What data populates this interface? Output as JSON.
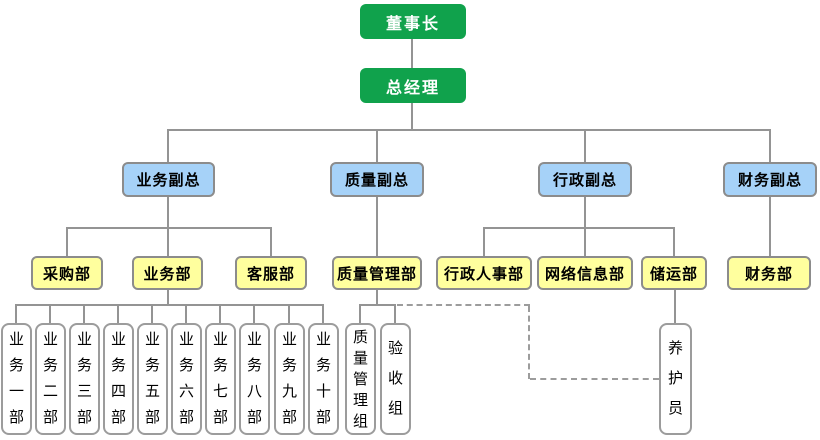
{
  "org": {
    "chairman": "董事长",
    "general_manager": "总经理",
    "vps": [
      "业务副总",
      "质量副总",
      "行政副总",
      "财务副总"
    ],
    "departments": [
      "采购部",
      "业务部",
      "客服部",
      "质量管理部",
      "行政人事部",
      "网络信息部",
      "储运部",
      "财务部"
    ],
    "business_units": [
      "业务一部",
      "业务二部",
      "业务三部",
      "业务四部",
      "业务五部",
      "业务六部",
      "业务七部",
      "业务八部",
      "业务九部",
      "业务十部"
    ],
    "quality_teams": [
      "质量管理组",
      "验收组"
    ],
    "storage_staff": [
      "养护员"
    ],
    "structure": {
      "董事长": [
        "总经理"
      ],
      "总经理": [
        "业务副总",
        "质量副总",
        "行政副总",
        "财务副总"
      ],
      "业务副总": [
        "采购部",
        "业务部",
        "客服部"
      ],
      "质量副总": [
        "质量管理部"
      ],
      "行政副总": [
        "行政人事部",
        "网络信息部",
        "储运部"
      ],
      "财务副总": [
        "财务部"
      ],
      "业务部": [
        "业务一部",
        "业务二部",
        "业务三部",
        "业务四部",
        "业务五部",
        "业务六部",
        "业务七部",
        "业务八部",
        "业务九部",
        "业务十部"
      ],
      "质量管理部": [
        "质量管理组",
        "验收组"
      ],
      "储运部": [
        "养护员"
      ],
      "dashed_links": [
        {
          "from": "质量管理部",
          "to": "养护员"
        }
      ]
    },
    "colors": {
      "executive_green": "#10a24c",
      "vp_blue": "#a6d2f8",
      "dept_yellow": "#ffff9e",
      "unit_white": "#ffffff",
      "box_border_gray": "#8c8c8c",
      "line_gray": "#949494",
      "text_dark": "#000000",
      "text_light": "#ffffff"
    }
  }
}
